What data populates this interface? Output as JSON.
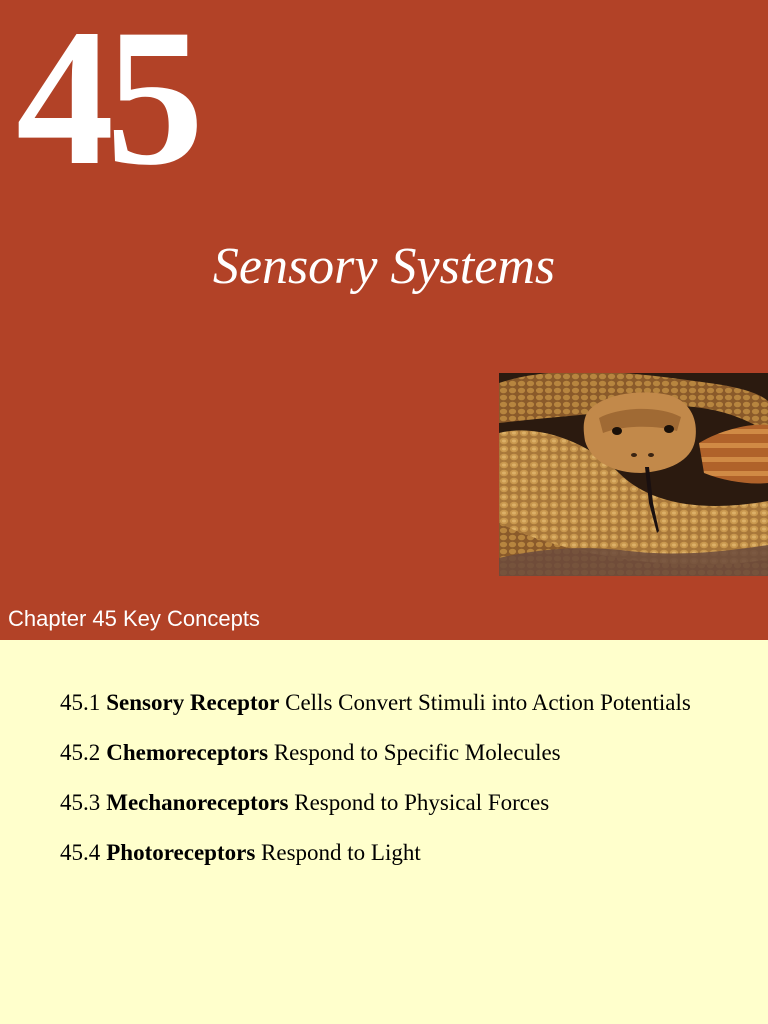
{
  "header": {
    "chapter_number": "45",
    "chapter_title": "Sensory Systems",
    "key_concepts_label": "Chapter 45 Key Concepts",
    "band_color": "#b24227"
  },
  "concepts": [
    {
      "number": "45.1",
      "term": "Sensory Receptor",
      "rest": "Cells Convert Stimuli into Action Potentials"
    },
    {
      "number": "45.2",
      "term": "Chemoreceptors",
      "rest": "Respond to Specific Molecules"
    },
    {
      "number": "45.3",
      "term": "Mechanoreceptors",
      "rest": "Respond to Physical Forces"
    },
    {
      "number": "45.4",
      "term": "Photoreceptors",
      "rest": "Respond to Light"
    }
  ],
  "background_color": "#ffffcc"
}
